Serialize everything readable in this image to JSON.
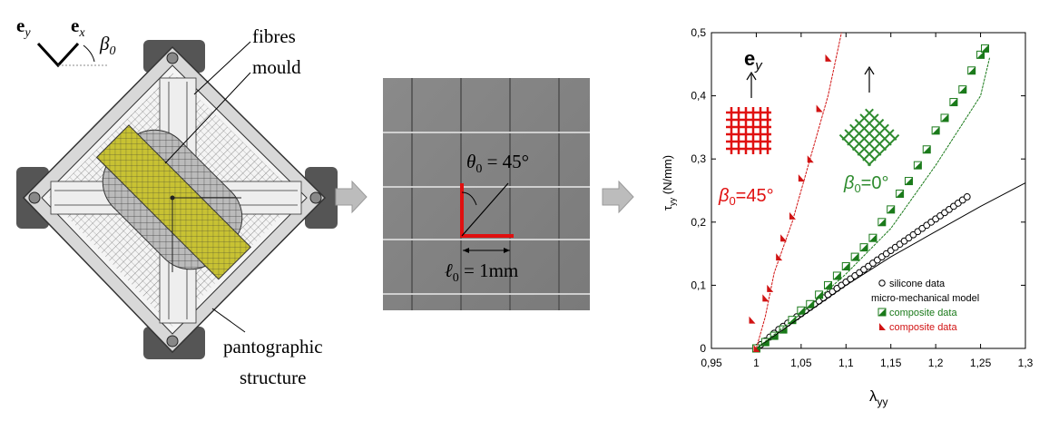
{
  "panel_left": {
    "basis": {
      "ex": "e",
      "ex_sub": "x",
      "ey": "e",
      "ey_sub": "y",
      "beta": "β",
      "beta_sub": "0"
    },
    "labels": {
      "fibres": "fibres",
      "mould": "mould",
      "pantographic_line1": "pantographic",
      "pantographic_line2": "structure"
    }
  },
  "panel_middle": {
    "theta": "θ",
    "theta_sub": "0",
    "theta_eq": " = 45°",
    "ell": "ℓ",
    "ell_sub": "0",
    "ell_eq": " = 1mm"
  },
  "chart_data": {
    "type": "scatter",
    "title": "",
    "xlabel": "λ",
    "xlabel_sub": "yy",
    "ylabel": "τ",
    "ylabel_sub": "yy",
    "ylabel_unit": " (N/mm)",
    "xlim": [
      0.95,
      1.3
    ],
    "ylim": [
      0,
      0.5
    ],
    "xticks": [
      "0,95",
      "1",
      "1,05",
      "1,1",
      "1,15",
      "1,2",
      "1,25",
      "1,3"
    ],
    "yticks": [
      "0",
      "0,1",
      "0,2",
      "0,3",
      "0,4",
      "0,5"
    ],
    "annotations": {
      "ey": "e",
      "ey_sub": "y",
      "beta45": "β",
      "beta45_sub": "0",
      "beta45_eq": "=45°",
      "beta0": "β",
      "beta0_sub": "0",
      "beta0_eq": "=0°"
    },
    "legend": [
      {
        "label": "silicone data",
        "color": "#000000",
        "marker": "circle"
      },
      {
        "label": "micro-mechanical model",
        "color": "#000000",
        "marker": "line"
      },
      {
        "label": "composite data",
        "color": "#1a7a1a",
        "marker": "square-green"
      },
      {
        "label": "composite data",
        "color": "#d11313",
        "marker": "triangle-red"
      }
    ],
    "series": [
      {
        "name": "silicone data",
        "marker": "circle",
        "color": "#000000",
        "points": [
          [
            1.0,
            0.0
          ],
          [
            1.005,
            0.006
          ],
          [
            1.01,
            0.012
          ],
          [
            1.015,
            0.018
          ],
          [
            1.02,
            0.024
          ],
          [
            1.025,
            0.03
          ],
          [
            1.03,
            0.035
          ],
          [
            1.035,
            0.04
          ],
          [
            1.04,
            0.045
          ],
          [
            1.045,
            0.05
          ],
          [
            1.05,
            0.055
          ],
          [
            1.055,
            0.06
          ],
          [
            1.06,
            0.065
          ],
          [
            1.065,
            0.07
          ],
          [
            1.07,
            0.075
          ],
          [
            1.075,
            0.08
          ],
          [
            1.08,
            0.085
          ],
          [
            1.085,
            0.09
          ],
          [
            1.09,
            0.095
          ],
          [
            1.095,
            0.1
          ],
          [
            1.1,
            0.105
          ],
          [
            1.105,
            0.11
          ],
          [
            1.11,
            0.115
          ],
          [
            1.115,
            0.12
          ],
          [
            1.12,
            0.125
          ],
          [
            1.125,
            0.13
          ],
          [
            1.13,
            0.135
          ],
          [
            1.135,
            0.14
          ],
          [
            1.14,
            0.145
          ],
          [
            1.145,
            0.15
          ],
          [
            1.15,
            0.155
          ],
          [
            1.155,
            0.16
          ],
          [
            1.16,
            0.165
          ],
          [
            1.165,
            0.17
          ],
          [
            1.17,
            0.175
          ],
          [
            1.175,
            0.18
          ],
          [
            1.18,
            0.185
          ],
          [
            1.185,
            0.19
          ],
          [
            1.19,
            0.195
          ],
          [
            1.195,
            0.2
          ],
          [
            1.2,
            0.205
          ],
          [
            1.205,
            0.21
          ],
          [
            1.21,
            0.215
          ],
          [
            1.215,
            0.22
          ],
          [
            1.22,
            0.225
          ],
          [
            1.225,
            0.23
          ],
          [
            1.23,
            0.235
          ],
          [
            1.235,
            0.24
          ]
        ]
      },
      {
        "name": "composite data",
        "marker": "square",
        "color": "#1a7a1a",
        "points": [
          [
            1.0,
            0.0
          ],
          [
            1.01,
            0.01
          ],
          [
            1.02,
            0.02
          ],
          [
            1.03,
            0.03
          ],
          [
            1.04,
            0.045
          ],
          [
            1.05,
            0.06
          ],
          [
            1.06,
            0.07
          ],
          [
            1.07,
            0.085
          ],
          [
            1.08,
            0.1
          ],
          [
            1.09,
            0.115
          ],
          [
            1.1,
            0.13
          ],
          [
            1.11,
            0.145
          ],
          [
            1.12,
            0.16
          ],
          [
            1.13,
            0.175
          ],
          [
            1.14,
            0.2
          ],
          [
            1.15,
            0.22
          ],
          [
            1.16,
            0.245
          ],
          [
            1.17,
            0.265
          ],
          [
            1.18,
            0.29
          ],
          [
            1.19,
            0.315
          ],
          [
            1.2,
            0.345
          ],
          [
            1.21,
            0.365
          ],
          [
            1.22,
            0.39
          ],
          [
            1.23,
            0.41
          ],
          [
            1.24,
            0.44
          ],
          [
            1.25,
            0.465
          ],
          [
            1.255,
            0.475
          ]
        ]
      },
      {
        "name": "composite data",
        "marker": "triangle",
        "color": "#d11313",
        "points": [
          [
            1.0,
            0.0
          ],
          [
            0.995,
            0.045
          ],
          [
            1.01,
            0.08
          ],
          [
            1.015,
            0.095
          ],
          [
            1.025,
            0.145
          ],
          [
            1.03,
            0.175
          ],
          [
            1.04,
            0.21
          ],
          [
            1.05,
            0.27
          ],
          [
            1.06,
            0.3
          ],
          [
            1.07,
            0.38
          ],
          [
            1.08,
            0.46
          ]
        ]
      },
      {
        "name": "micro-mechanical model",
        "marker": "line",
        "color": "#000000",
        "points": [
          [
            1.0,
            0.0
          ],
          [
            1.05,
            0.05
          ],
          [
            1.1,
            0.1
          ],
          [
            1.15,
            0.145
          ],
          [
            1.2,
            0.185
          ],
          [
            1.25,
            0.225
          ],
          [
            1.3,
            0.262
          ]
        ]
      },
      {
        "name": "micro-mechanical model",
        "marker": "line",
        "color": "#1a7a1a",
        "points": [
          [
            1.0,
            0.0
          ],
          [
            1.05,
            0.055
          ],
          [
            1.1,
            0.118
          ],
          [
            1.15,
            0.19
          ],
          [
            1.2,
            0.29
          ],
          [
            1.25,
            0.4
          ],
          [
            1.26,
            0.46
          ]
        ]
      },
      {
        "name": "micro-mechanical model",
        "marker": "line",
        "color": "#d11313",
        "points": [
          [
            1.0,
            0.0
          ],
          [
            1.01,
            0.05
          ],
          [
            1.02,
            0.12
          ],
          [
            1.04,
            0.2
          ],
          [
            1.06,
            0.3
          ],
          [
            1.08,
            0.4
          ],
          [
            1.095,
            0.5
          ]
        ]
      }
    ]
  }
}
